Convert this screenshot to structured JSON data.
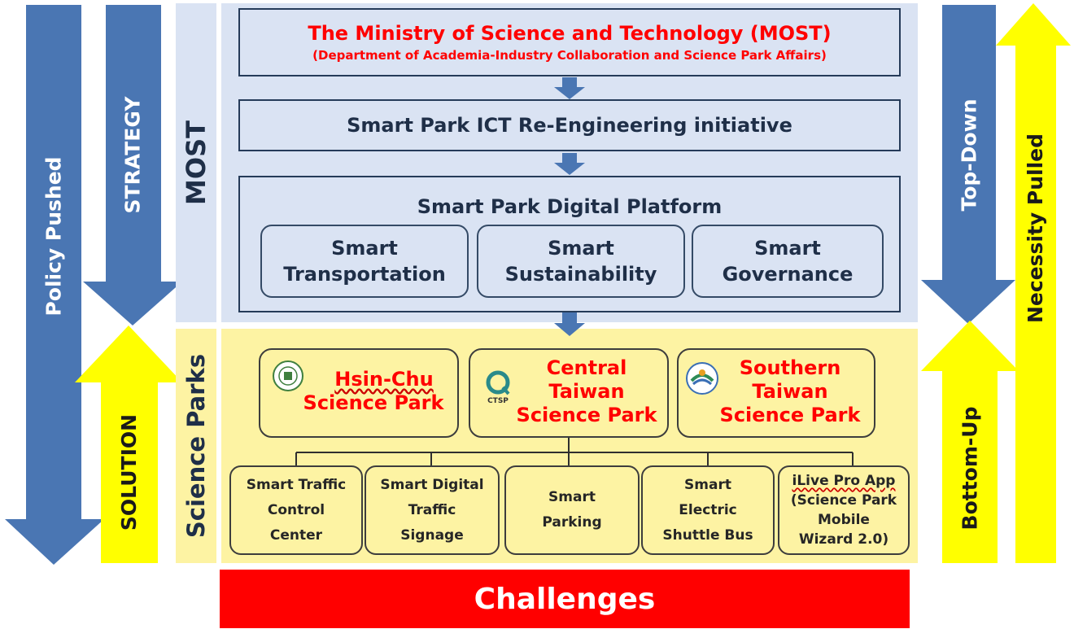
{
  "side_labels": {
    "policy_pushed": "Policy Pushed",
    "strategy": "STRATEGY",
    "solution": "SOLUTION",
    "top_down": "Top-Down",
    "bottom_up": "Bottom-Up",
    "necessity_pulled": "Necessity Pulled"
  },
  "bands": {
    "most_label": "MOST",
    "parks_label": "Science Parks"
  },
  "most": {
    "title": "The Ministry of Science and Technology (MOST)",
    "subtitle": "(Department of Academia-Industry Collaboration and Science Park Affairs)",
    "initiative": "Smart Park ICT Re-Engineering initiative",
    "platform_title": "Smart Park Digital Platform",
    "platform_items": [
      {
        "line1": "Smart",
        "line2": "Transportation"
      },
      {
        "line1": "Smart",
        "line2": "Sustainability"
      },
      {
        "line1": "Smart",
        "line2": "Governance"
      }
    ]
  },
  "parks": [
    {
      "lines": [
        "Hsin-Chu",
        "Science Park"
      ]
    },
    {
      "lines": [
        "Central",
        "Taiwan",
        "Science Park"
      ],
      "logo_text": "CTSP"
    },
    {
      "lines": [
        "Southern",
        "Taiwan",
        "Science Park"
      ]
    }
  ],
  "solutions": [
    {
      "lines": [
        "Smart Traffic",
        "Control",
        "Center"
      ]
    },
    {
      "lines": [
        "Smart Digital",
        "Traffic",
        "Signage"
      ]
    },
    {
      "lines": [
        "Smart",
        "Parking"
      ]
    },
    {
      "lines": [
        "Smart",
        "Electric",
        "Shuttle Bus"
      ]
    },
    {
      "lines": [
        "iLive Pro App",
        "(Science Park",
        "Mobile",
        "Wizard 2.0)"
      ]
    }
  ],
  "challenges": "Challenges",
  "colors": {
    "blue_arrow": "#4a76b3",
    "yellow_arrow": "#ffff00",
    "title_red": "#ff0000",
    "dark_text": "#1f2f48",
    "challenges_bg": "#ff0000",
    "most_band": "#dae3f3",
    "parks_band": "#fdf3a3"
  }
}
